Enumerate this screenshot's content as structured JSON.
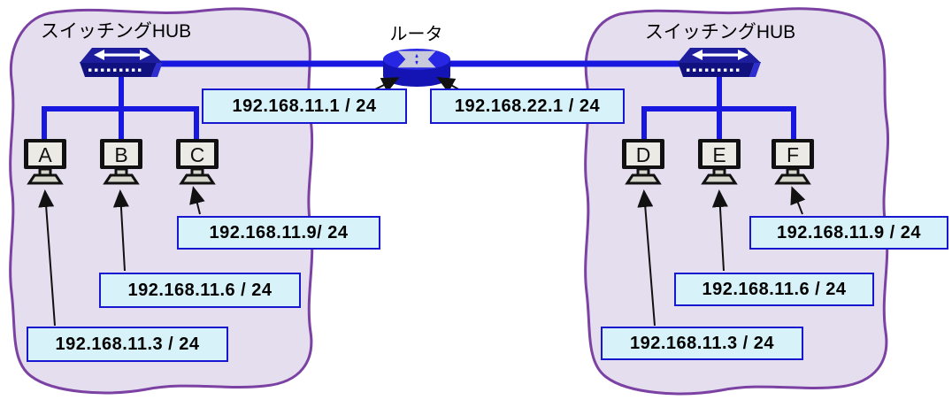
{
  "left_network": {
    "hub_label": "スイッチングHUB",
    "computers": [
      {
        "letter": "A",
        "ip": "192.168.11.3 / 24"
      },
      {
        "letter": "B",
        "ip": "192.168.11.6 / 24"
      },
      {
        "letter": "C",
        "ip": "192.168.11.9/ 24"
      }
    ]
  },
  "router": {
    "label": "ルータ",
    "interfaces": [
      {
        "side": "left",
        "ip": "192.168.11.1 / 24"
      },
      {
        "side": "right",
        "ip": "192.168.22.1 / 24"
      }
    ]
  },
  "right_network": {
    "hub_label": "スイッチングHUB",
    "computers": [
      {
        "letter": "D",
        "ip": "192.168.11.3 / 24"
      },
      {
        "letter": "E",
        "ip": "192.168.11.6 / 24"
      },
      {
        "letter": "F",
        "ip": "192.168.11.9 / 24"
      }
    ]
  },
  "colors": {
    "zone_fill": "#e5deee",
    "zone_border": "#7b42a3",
    "link_blue": "#1717e0",
    "switch_navy_top": "#1d1d9e",
    "switch_navy_front": "#10107e",
    "router_blue_top": "#2727e3",
    "router_blue_body": "#1414b4",
    "label_box_fill": "#d7f3f9",
    "label_box_border": "#1717cf",
    "monitor_screen": "#eceae4",
    "monitor_stand": "#d6d6cc"
  }
}
